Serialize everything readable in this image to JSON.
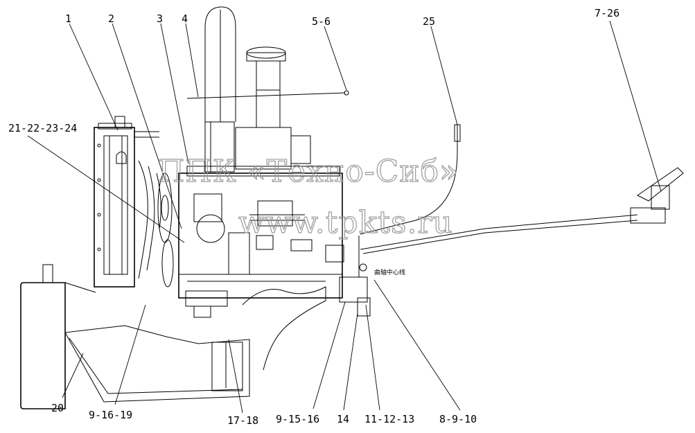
{
  "drawing": {
    "callouts": {
      "c1": "1",
      "c2": "2",
      "c3": "3",
      "c4": "4",
      "c5": "5-6",
      "c6": "25",
      "c7": "7-26",
      "c8": "21-22-23-24",
      "c9": "20",
      "c10": "9-16-19",
      "c11": "17-18",
      "c12": "9-15-16",
      "c13": "14",
      "c14": "11-12-13",
      "c15": "8-9-10"
    },
    "centerline_note": "曲轴中心线"
  },
  "watermark": {
    "line1": "ППК «Техно-Сиб»",
    "line2": "www.tpkts.ru"
  }
}
